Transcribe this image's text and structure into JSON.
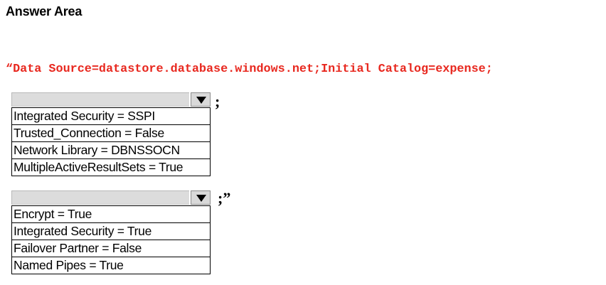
{
  "title": "Answer Area",
  "connection_string": "“Data Source=datastore.database.windows.net;Initial Catalog=expense;",
  "dropdown1": {
    "selected": "",
    "options": [
      "Integrated Security = SSPI",
      "Trusted_Connection = False",
      "Network Library = DBNSSOCN",
      "MultipleActiveResultSets = True"
    ],
    "suffix": ";"
  },
  "dropdown2": {
    "selected": "",
    "options": [
      "Encrypt = True",
      "Integrated Security = True",
      "Failover Partner = False",
      "Named Pipes = True"
    ],
    "suffix": ";”"
  },
  "icons": {
    "dropdown_arrow": "triangle-down-icon"
  },
  "colors": {
    "connection_string": "#e8281f",
    "dropdown_track": "#dcdcdc"
  }
}
